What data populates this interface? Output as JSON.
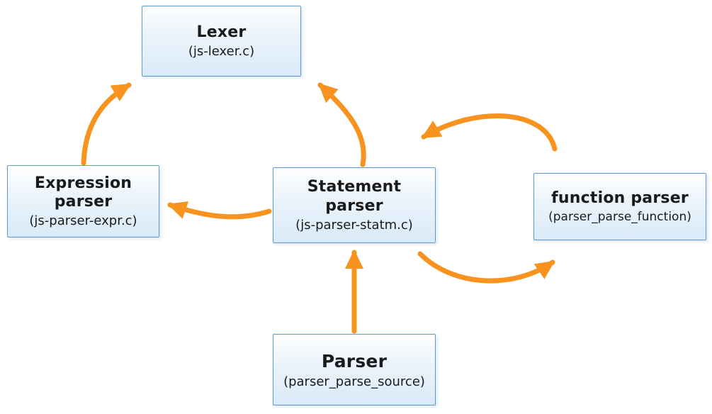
{
  "nodes": {
    "lexer": {
      "title": "Lexer",
      "subtitle": "(js-lexer.c)"
    },
    "expression_parser": {
      "title": "Expression\nparser",
      "subtitle": "(js-parser-expr.c)"
    },
    "statement_parser": {
      "title": "Statement\nparser",
      "subtitle": "(js-parser-statm.c)"
    },
    "function_parser": {
      "title": "function parser",
      "subtitle": "(parser_parse_function)"
    },
    "parser": {
      "title": "Parser",
      "subtitle": "(parser_parse_source)"
    }
  },
  "edges": [
    {
      "from": "Expression parser",
      "to": "Lexer"
    },
    {
      "from": "Statement parser",
      "to": "Lexer"
    },
    {
      "from": "Statement parser",
      "to": "Expression parser"
    },
    {
      "from": "Parser",
      "to": "Statement parser"
    },
    {
      "from": "function parser",
      "to": "Statement parser"
    },
    {
      "from": "Statement parser",
      "to": "function parser"
    }
  ],
  "colors": {
    "arrow": "#f7931e",
    "box_border": "#5b9bd5",
    "box_fill_top": "#ffffff",
    "box_fill_bottom": "#d9eaf8",
    "text": "#1b1b1b",
    "background": "#ffffff"
  }
}
